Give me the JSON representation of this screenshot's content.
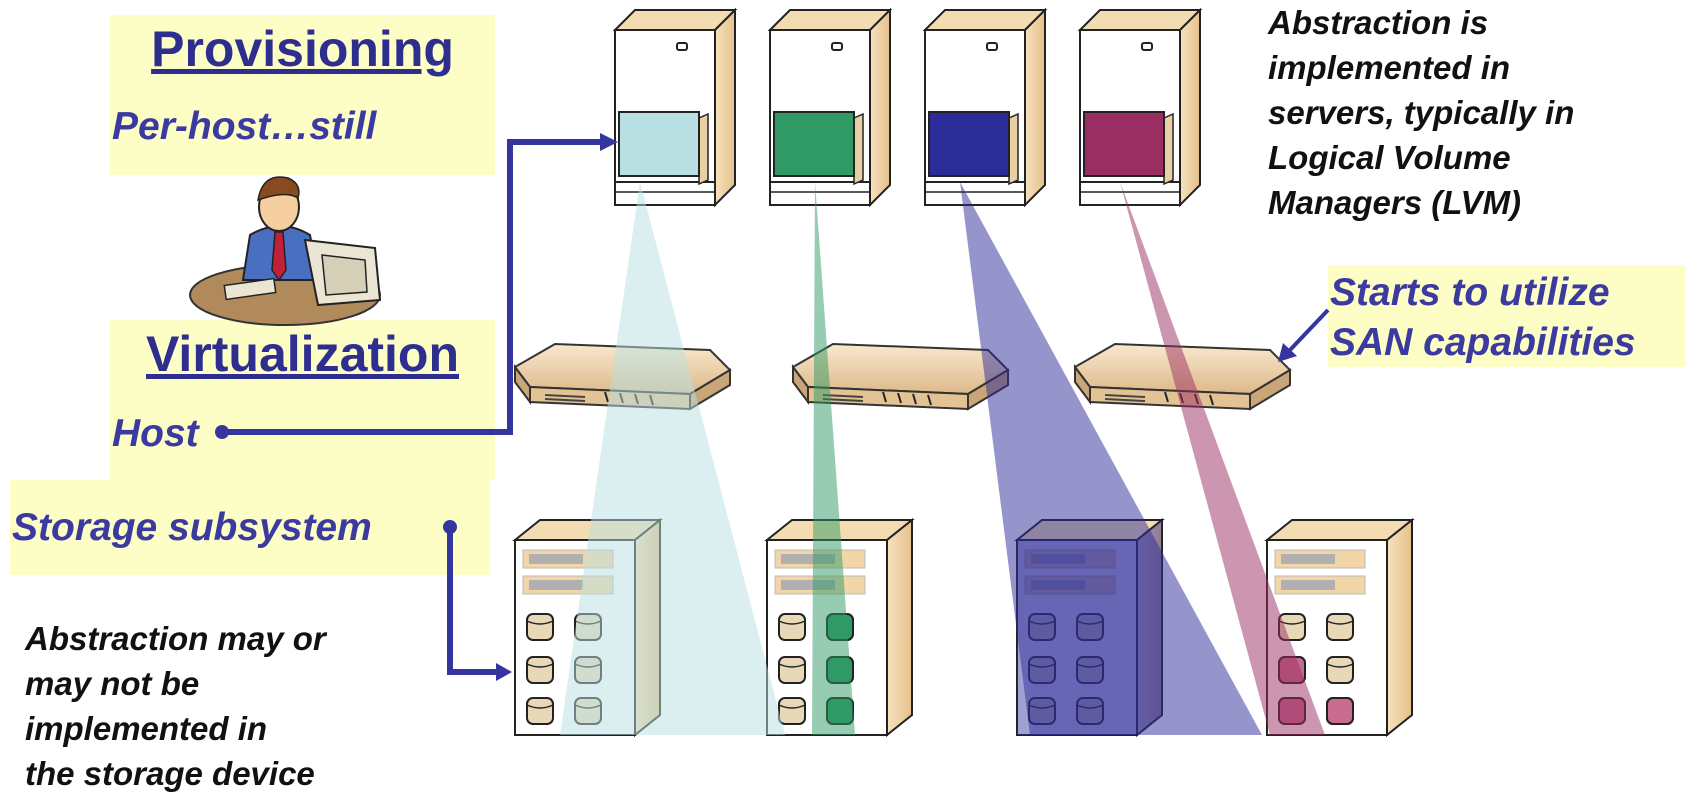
{
  "provisioning": {
    "title": "Provisioning",
    "subtitle": "Per-host…still"
  },
  "virtualization": {
    "title": "Virtualization",
    "host_label": "Host"
  },
  "storage_subsystem_label": "Storage subsystem",
  "notes": {
    "server_abstraction": [
      "Abstraction is",
      "implemented in",
      "servers, typically in",
      "Logical Volume",
      "Managers (LVM)"
    ],
    "storage_abstraction": [
      "Abstraction may or",
      "may not be",
      "implemented in",
      "the storage device"
    ],
    "san_callout": [
      "Starts to utilize",
      "SAN capabilities"
    ]
  },
  "colors": {
    "highlight_box": "#fdfdc6",
    "label_blue": "#3a3aa0",
    "arrow": "#3535a0",
    "volume_light_blue": "#b8e0e2",
    "volume_green": "#2f9a66",
    "volume_navy": "#2c2c98",
    "volume_maroon": "#9a2e62",
    "equipment_tan": "#f2d6a8"
  },
  "icons": [
    "server-icon",
    "switch-icon",
    "storage-array-icon",
    "person-at-computer-icon"
  ]
}
